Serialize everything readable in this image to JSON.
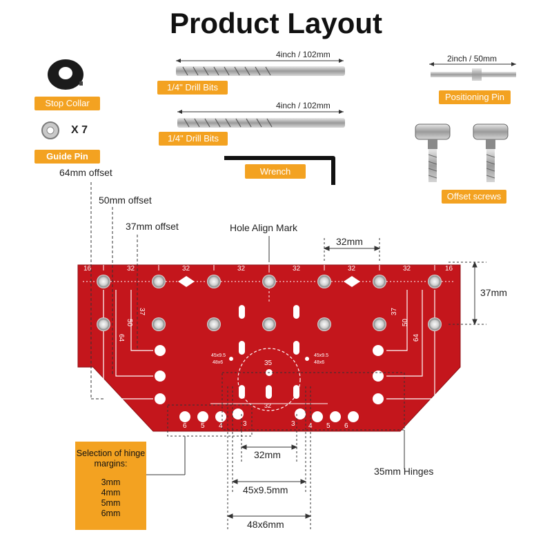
{
  "title": "Product Layout",
  "parts": {
    "stop_collar": "Stop Collar",
    "guide_pin": "Guide Pin",
    "guide_pin_qty": "X 7",
    "drill_bit_1_label": "1/4\" Drill Bits",
    "drill_bit_1_len": "4inch / 102mm",
    "drill_bit_2_label": "1/4\" Drill Bits",
    "drill_bit_2_len": "4inch / 102mm",
    "wrench": "Wrench",
    "positioning_pin": "Positioning Pin",
    "positioning_pin_len": "2inch / 50mm",
    "offset_screws": "Offset screws"
  },
  "callouts": {
    "offset_64": "64mm offset",
    "offset_50": "50mm offset",
    "offset_37": "37mm offset",
    "hole_align": "Hole Align Mark",
    "spacing_32": "32mm",
    "height_37": "37mm",
    "hinge_32": "32mm",
    "hinge_45": "45x9.5mm",
    "hinge_48": "48x6mm",
    "hinges_35": "35mm Hinges"
  },
  "hinge_margins": {
    "heading": "Selection of hinge margins:",
    "values": [
      "3mm",
      "4mm",
      "5mm",
      "6mm"
    ]
  },
  "template_marks": {
    "top_row": [
      "16",
      "32",
      "32",
      "32",
      "32",
      "32",
      "32",
      "16"
    ],
    "left_vertical": [
      "37",
      "50",
      "64"
    ],
    "right_vertical": [
      "37",
      "50",
      "64"
    ],
    "margin_left": [
      "6",
      "5",
      "4",
      "3"
    ],
    "margin_right": [
      "3",
      "4",
      "5",
      "6"
    ],
    "center_35": "35",
    "center_32": "32",
    "small_45": "45x9.5",
    "small_48": "48x6"
  },
  "colors": {
    "accent": "#f3a221",
    "template_red": "#c4161c",
    "metal": "#b8b8b8"
  }
}
